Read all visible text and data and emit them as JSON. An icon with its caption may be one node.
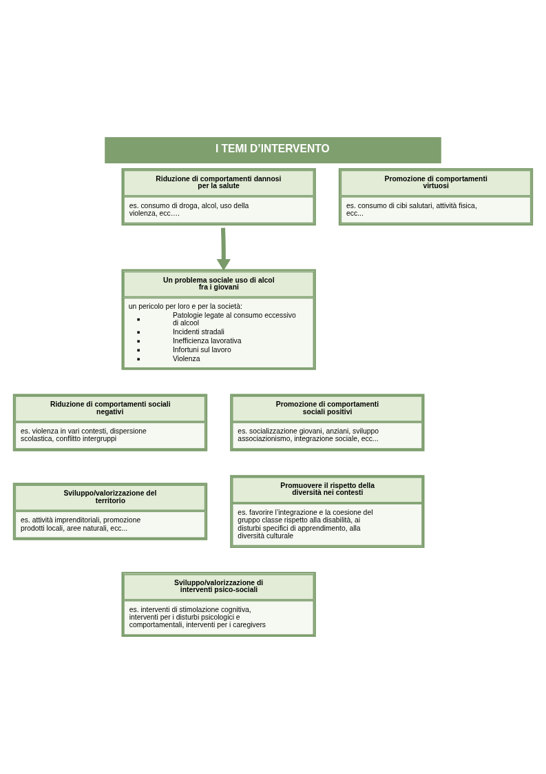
{
  "diagram": {
    "title": "I TEMI D’INTERVENTO",
    "nodes": [
      {
        "text": [
          "Riduzione di comportamenti dannosi per la salute",
          "es. consumo di droga, alcol, uso della violenza, ecc…."
        ]
      },
      {
        "text": [
          "Promozione di comportamenti virtuosi",
          "es. consumo di cibi salutari, attività fisica, ecc..."
        ]
      },
      {
        "text": [
          "Un problema sociale uso di alcol fra i giovani",
          "un pericolo per loro e per la società:",
          "Patologie legate al consumo eccessivo di alcool",
          "Incidenti stradali",
          "Inefficienza lavorativa",
          "Infortuni sul lavoro",
          "Violenza"
        ]
      },
      {
        "text": [
          "Riduzione di comportamenti sociali negativi",
          "es. violenza in vari contesti, dispersione scolastica, conflitto intergruppi"
        ]
      },
      {
        "text": [
          "Promozione di comportamenti sociali positivi",
          "es. socializzazione giovani, anziani, sviluppo associazionismo, integrazione sociale, ecc..."
        ]
      },
      {
        "text": [
          "Sviluppo/valorizzazione del territorio",
          "es. attività imprenditoriali, promozione prodotti locali, aree naturali, ecc..."
        ]
      },
      {
        "text": [
          "Promuovere il rispetto della diversità nei contesti",
          "es. favorire l’integrazione e la coesione del gruppo classe rispetto alla disabilità, ai disturbi specifici di apprendimento, alla diversità culturale"
        ]
      },
      {
        "text": [
          "Sviluppo/valorizzazione di interventi psico-sociali",
          "es. interventi di stimolazione cognitiva, interventi per i disturbi psicologici e comportamentali, interventi per i caregivers"
        ]
      }
    ],
    "edges": [
      {
        "from": 0,
        "to": 2,
        "arrow": "to"
      }
    ]
  }
}
